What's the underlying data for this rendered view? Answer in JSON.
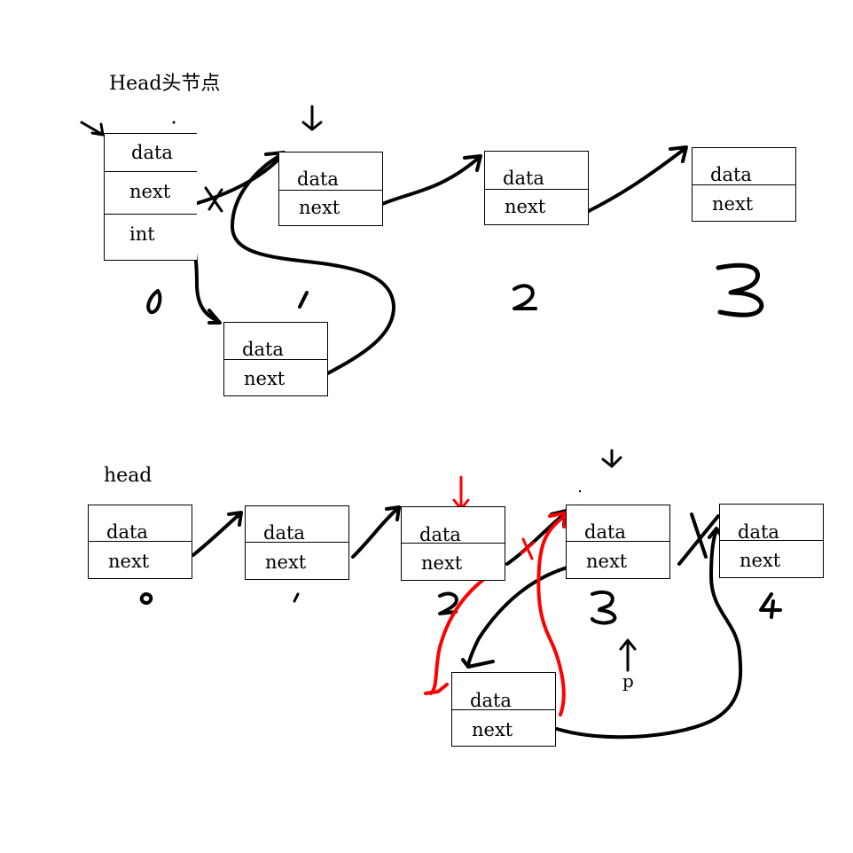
{
  "top_section": {
    "title": "Head头节点",
    "nodes": [
      {
        "fields": [
          "data",
          "next",
          "int"
        ]
      },
      {
        "fields": [
          "data",
          "next"
        ]
      },
      {
        "fields": [
          "data",
          "next"
        ]
      },
      {
        "fields": [
          "data",
          "next"
        ]
      },
      {
        "fields": [
          "data",
          "next"
        ]
      }
    ]
  },
  "bottom_section": {
    "title": "head",
    "pointer_label": "p",
    "nodes": [
      {
        "fields": [
          "data",
          "next"
        ]
      },
      {
        "fields": [
          "data",
          "next"
        ]
      },
      {
        "fields": [
          "data",
          "next"
        ]
      },
      {
        "fields": [
          "data",
          "next"
        ]
      },
      {
        "fields": [
          "data",
          "next"
        ]
      },
      {
        "fields": [
          "data",
          "next"
        ]
      }
    ]
  },
  "colors": {
    "ink": "#000000",
    "annotation": "#ff0000"
  }
}
